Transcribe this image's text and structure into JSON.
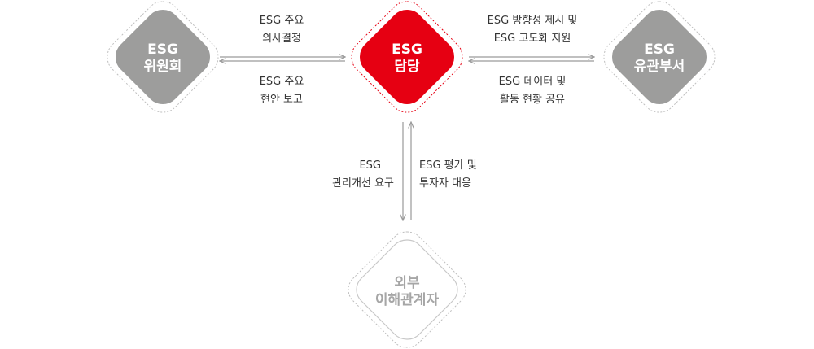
{
  "colors": {
    "accent": "#e60012",
    "node_gray": "#9d9d9c",
    "node_outline": "#bfbfbf",
    "node_inner_text": "#ffffff",
    "external_text": "#a6a6a6",
    "arrow": "#9a9a9a",
    "label_text": "#333333"
  },
  "nodes": {
    "committee": {
      "line1": "ESG",
      "line2": "위원회"
    },
    "esg_team": {
      "line1": "ESG",
      "line2": "담당"
    },
    "departments": {
      "line1": "ESG",
      "line2": "유관부서"
    },
    "external": {
      "line1": "외부",
      "line2": "이해관계자"
    }
  },
  "edges": {
    "to_committee": {
      "line1": "ESG 주요",
      "line2": "의사결정"
    },
    "from_committee": {
      "line1": "ESG 주요",
      "line2": "현안 보고"
    },
    "to_departments": {
      "line1": "ESG 방향성 제시 및",
      "line2": "ESG 고도화 지원"
    },
    "from_departments": {
      "line1": "ESG 데이터 및",
      "line2": "활동 현황 공유"
    },
    "to_external": {
      "line1": "ESG",
      "line2": "관리개선 요구"
    },
    "from_external": {
      "line1": "ESG 평가 및",
      "line2": "투자자 대응"
    }
  }
}
